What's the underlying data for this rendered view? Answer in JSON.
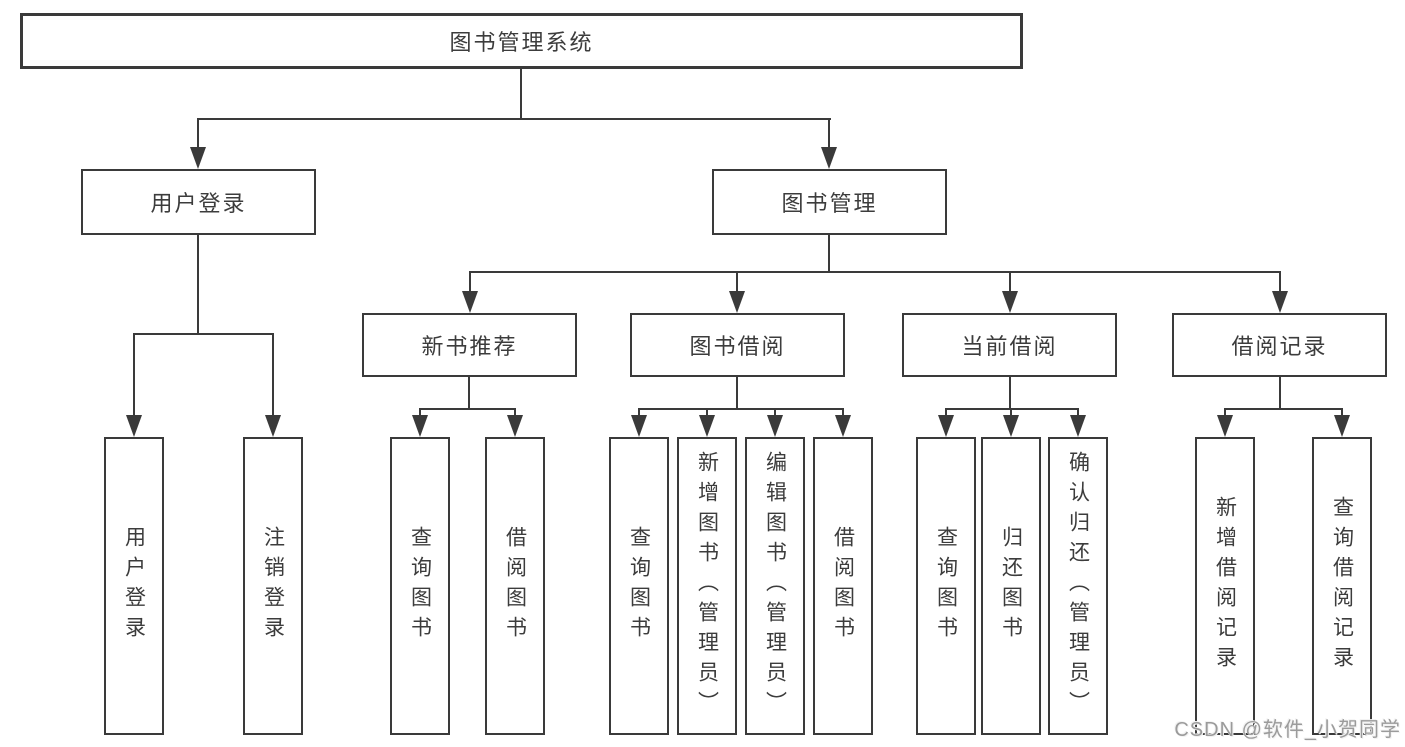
{
  "diagram": {
    "type": "hierarchy-tree",
    "nodes": {
      "root": "图书管理系统",
      "user_login": "用户登录",
      "book_management": "图书管理",
      "new_book_recommend": "新书推荐",
      "book_borrowing": "图书借阅",
      "current_borrowing": "当前借阅",
      "borrowing_records": "借阅记录",
      "login_user_login": "用户登录",
      "login_logout": "注销登录",
      "recommend_query_books": "查询图书",
      "recommend_borrow_books": "借阅图书",
      "borrowing_query_books": "查询图书",
      "borrowing_add_books": "新增图书（管理员）",
      "borrowing_edit_books": "编辑图书（管理员）",
      "borrowing_borrow_books": "借阅图书",
      "current_query_books": "查询图书",
      "current_return_books": "归还图书",
      "current_confirm_return": "确认归还（管理员）",
      "records_add_record": "新增借阅记录",
      "records_query_record": "查询借阅记录"
    },
    "edges": [
      [
        "图书管理系统",
        "用户登录"
      ],
      [
        "图书管理系统",
        "图书管理"
      ],
      [
        "用户登录",
        "用户登录(叶)"
      ],
      [
        "用户登录",
        "注销登录"
      ],
      [
        "图书管理",
        "新书推荐"
      ],
      [
        "图书管理",
        "图书借阅"
      ],
      [
        "图书管理",
        "当前借阅"
      ],
      [
        "图书管理",
        "借阅记录"
      ],
      [
        "新书推荐",
        "查询图书"
      ],
      [
        "新书推荐",
        "借阅图书"
      ],
      [
        "图书借阅",
        "查询图书"
      ],
      [
        "图书借阅",
        "新增图书（管理员）"
      ],
      [
        "图书借阅",
        "编辑图书（管理员）"
      ],
      [
        "图书借阅",
        "借阅图书"
      ],
      [
        "当前借阅",
        "查询图书"
      ],
      [
        "当前借阅",
        "归还图书"
      ],
      [
        "当前借阅",
        "确认归还（管理员）"
      ],
      [
        "借阅记录",
        "新增借阅记录"
      ],
      [
        "借阅记录",
        "查询借阅记录"
      ]
    ],
    "colors": {
      "line": "#3a3a3a",
      "text": "#3c3c3c",
      "box_background": "#ffffff",
      "page_background": "#ffffff",
      "watermark": "#9b9b9b"
    }
  },
  "watermark": "CSDN @软件_小贺同学"
}
